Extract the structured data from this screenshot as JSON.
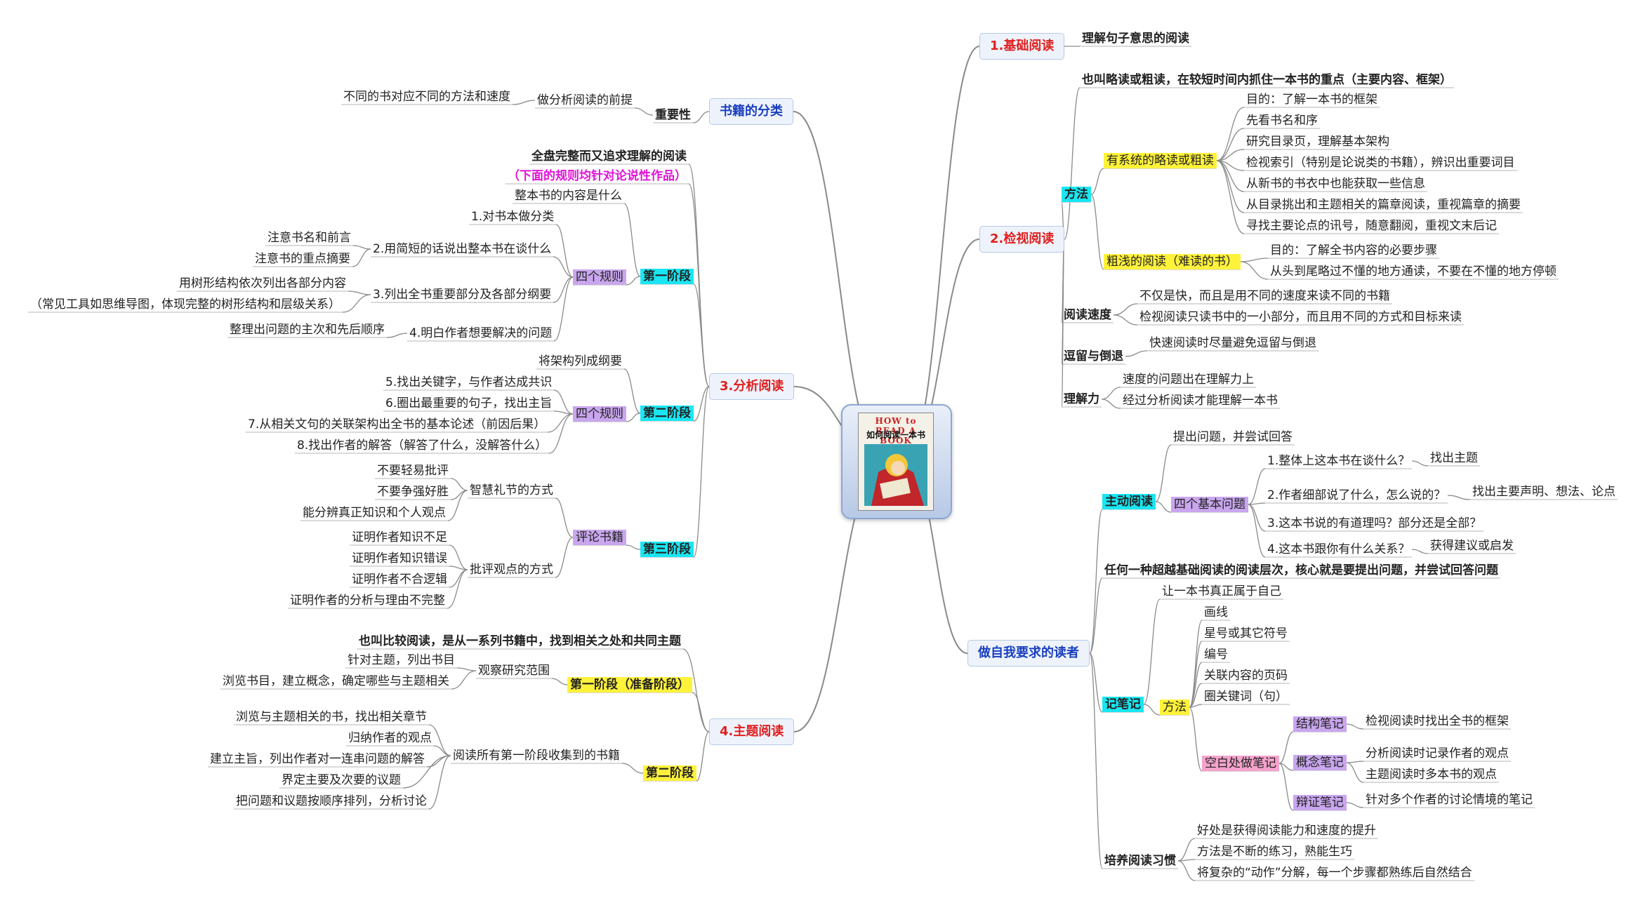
{
  "center": {
    "book_title_en": "HOW to READ A BOOK",
    "book_title_cn": "如何阅读一本书"
  },
  "colors": {
    "line": "#8a8a8a",
    "main_red": "#e02020",
    "main_blue": "#1a3fc0",
    "hl_cyan": "#19e6f2",
    "hl_purple": "#c9a6ee",
    "hl_yellow": "#fff23a",
    "hl_pink": "#f5a3cc"
  },
  "nodes": [
    {
      "id": "r1",
      "label": "1.基础阅读",
      "parent": "root",
      "style": "main"
    },
    {
      "id": "r1a",
      "label": "理解句子意思的阅读",
      "parent": "r1",
      "style": "bold"
    },
    {
      "id": "r2",
      "label": "2.检视阅读",
      "parent": "root",
      "style": "main"
    },
    {
      "id": "r2a",
      "label": "也叫略读或粗读，在较短时间内抓住一本书的重点（主要内容、框架）",
      "parent": "r2",
      "style": "bold"
    },
    {
      "id": "r2b",
      "label": "方法",
      "parent": "r2",
      "style": "bold",
      "hl": "hl_cyan"
    },
    {
      "id": "r2b1",
      "label": "有系统的略读或粗读",
      "parent": "r2b",
      "hl": "hl_yellow"
    },
    {
      "id": "r2b1a",
      "label": "目的：了解一本书的框架",
      "parent": "r2b1"
    },
    {
      "id": "r2b1b",
      "label": "先看书名和序",
      "parent": "r2b1"
    },
    {
      "id": "r2b1c",
      "label": "研究目录页，理解基本架构",
      "parent": "r2b1"
    },
    {
      "id": "r2b1d",
      "label": "检视索引（特别是论说类的书籍），辨识出重要词目",
      "parent": "r2b1"
    },
    {
      "id": "r2b1e",
      "label": "从新书的书衣中也能获取一些信息",
      "parent": "r2b1"
    },
    {
      "id": "r2b1f",
      "label": "从目录挑出和主题相关的篇章阅读，重视篇章的摘要",
      "parent": "r2b1"
    },
    {
      "id": "r2b1g",
      "label": "寻找主要论点的讯号，随意翻阅，重视文末后记",
      "parent": "r2b1"
    },
    {
      "id": "r2b2",
      "label": "粗浅的阅读（难读的书）",
      "parent": "r2b",
      "hl": "hl_yellow"
    },
    {
      "id": "r2b2a",
      "label": "目的：了解全书内容的必要步骤",
      "parent": "r2b2"
    },
    {
      "id": "r2b2b",
      "label": "从头到尾略过不懂的地方通读，不要在不懂的地方停顿",
      "parent": "r2b2"
    },
    {
      "id": "r2c",
      "label": "阅读速度",
      "parent": "r2",
      "style": "bold"
    },
    {
      "id": "r2c1",
      "label": "不仅是快，而且是用不同的速度来读不同的书籍",
      "parent": "r2c"
    },
    {
      "id": "r2c2",
      "label": "检视阅读只读书中的一小部分，而且用不同的方式和目标来读",
      "parent": "r2c"
    },
    {
      "id": "r2d",
      "label": "逗留与倒退",
      "parent": "r2",
      "style": "bold"
    },
    {
      "id": "r2d1",
      "label": "快速阅读时尽量避免逗留与倒退",
      "parent": "r2d"
    },
    {
      "id": "r2e",
      "label": "理解力",
      "parent": "r2",
      "style": "bold"
    },
    {
      "id": "r2e1",
      "label": "速度的问题出在理解力上",
      "parent": "r2e"
    },
    {
      "id": "r2e2",
      "label": "经过分析阅读才能理解一本书",
      "parent": "r2e"
    },
    {
      "id": "r3",
      "label": "做自我要求的读者",
      "parent": "root",
      "style": "main blue"
    },
    {
      "id": "r3a",
      "label": "主动阅读",
      "parent": "r3",
      "style": "bold",
      "hl": "hl_cyan"
    },
    {
      "id": "r3a1",
      "label": "提出问题，并尝试回答",
      "parent": "r3a"
    },
    {
      "id": "r3a2",
      "label": "四个基本问题",
      "parent": "r3a",
      "hl": "hl_purple"
    },
    {
      "id": "r3a2a",
      "label": "1.整体上这本书在谈什么？",
      "parent": "r3a2"
    },
    {
      "id": "r3a2a1",
      "label": "找出主题",
      "parent": "r3a2a"
    },
    {
      "id": "r3a2b",
      "label": "2.作者细部说了什么，怎么说的？",
      "parent": "r3a2"
    },
    {
      "id": "r3a2b1",
      "label": "找出主要声明、想法、论点",
      "parent": "r3a2b"
    },
    {
      "id": "r3a2c",
      "label": "3.这本书说的有道理吗？部分还是全部？",
      "parent": "r3a2"
    },
    {
      "id": "r3a2d",
      "label": "4.这本书跟你有什么关系？",
      "parent": "r3a2"
    },
    {
      "id": "r3a2d1",
      "label": "获得建议或启发",
      "parent": "r3a2d"
    },
    {
      "id": "r3b",
      "label": "任何一种超越基础阅读的阅读层次，核心就是要提出问题，并尝试回答问题",
      "parent": "r3",
      "style": "bold"
    },
    {
      "id": "r3c",
      "label": "记笔记",
      "parent": "r3",
      "style": "bold",
      "hl": "hl_cyan"
    },
    {
      "id": "r3c1",
      "label": "让一本书真正属于自己",
      "parent": "r3c"
    },
    {
      "id": "r3c2",
      "label": "方法",
      "parent": "r3c",
      "hl": "hl_yellow"
    },
    {
      "id": "r3c2a",
      "label": "画线",
      "parent": "r3c2"
    },
    {
      "id": "r3c2b",
      "label": "星号或其它符号",
      "parent": "r3c2"
    },
    {
      "id": "r3c2c",
      "label": "编号",
      "parent": "r3c2"
    },
    {
      "id": "r3c2d",
      "label": "关联内容的页码",
      "parent": "r3c2"
    },
    {
      "id": "r3c2e",
      "label": "圈关键词（句）",
      "parent": "r3c2"
    },
    {
      "id": "r3c2f",
      "label": "空白处做笔记",
      "parent": "r3c2",
      "hl": "hl_pink"
    },
    {
      "id": "r3c2f1",
      "label": "结构笔记",
      "parent": "r3c2f",
      "hl": "hl_purple"
    },
    {
      "id": "r3c2f1a",
      "label": "检视阅读时找出全书的框架",
      "parent": "r3c2f1"
    },
    {
      "id": "r3c2f2",
      "label": "概念笔记",
      "parent": "r3c2f",
      "hl": "hl_purple"
    },
    {
      "id": "r3c2f2a",
      "label": "分析阅读时记录作者的观点",
      "parent": "r3c2f2"
    },
    {
      "id": "r3c2f2b",
      "label": "主题阅读时多本书的观点",
      "parent": "r3c2f2"
    },
    {
      "id": "r3c2f3",
      "label": "辩证笔记",
      "parent": "r3c2f",
      "hl": "hl_purple"
    },
    {
      "id": "r3c2f3a",
      "label": "针对多个作者的讨论情境的笔记",
      "parent": "r3c2f3"
    },
    {
      "id": "r3d",
      "label": "培养阅读习惯",
      "parent": "r3",
      "style": "bold"
    },
    {
      "id": "r3d1",
      "label": "好处是获得阅读能力和速度的提升",
      "parent": "r3d"
    },
    {
      "id": "r3d2",
      "label": "方法是不断的练习，熟能生巧",
      "parent": "r3d"
    },
    {
      "id": "r3d3",
      "label": "将复杂的“动作”分解，每一个步骤都熟练后自然结合",
      "parent": "r3d"
    },
    {
      "id": "l1",
      "label": "书籍的分类",
      "parent": "root",
      "style": "main blue"
    },
    {
      "id": "l1a",
      "label": "重要性",
      "parent": "l1",
      "style": "bold"
    },
    {
      "id": "l1a1",
      "label": "做分析阅读的前提",
      "parent": "l1a"
    },
    {
      "id": "l1a1a",
      "label": "不同的书对应不同的方法和速度",
      "parent": "l1a1"
    },
    {
      "id": "l2",
      "label": "3.分析阅读",
      "parent": "root",
      "style": "main"
    },
    {
      "id": "l2a",
      "label": "全盘完整而又追求理解的阅读",
      "parent": "l2",
      "style": "bold"
    },
    {
      "id": "l2b",
      "label": "（下面的规则均针对论说性作品）",
      "parent": "l2",
      "style": "bold magenta"
    },
    {
      "id": "l2c",
      "label": "第一阶段",
      "parent": "l2",
      "style": "bold",
      "hl": "hl_cyan"
    },
    {
      "id": "l2c0",
      "label": "整本书的内容是什么",
      "parent": "l2c"
    },
    {
      "id": "l2c1",
      "label": "四个规则",
      "parent": "l2c",
      "hl": "hl_purple"
    },
    {
      "id": "l2c1a",
      "label": "1.对书本做分类",
      "parent": "l2c1"
    },
    {
      "id": "l2c1b",
      "label": "2.用简短的话说出整本书在谈什么",
      "parent": "l2c1"
    },
    {
      "id": "l2c1b1",
      "label": "注意书名和前言",
      "parent": "l2c1b"
    },
    {
      "id": "l2c1b2",
      "label": "注意书的重点摘要",
      "parent": "l2c1b"
    },
    {
      "id": "l2c1c",
      "label": "3.列出全书重要部分及各部分纲要",
      "parent": "l2c1"
    },
    {
      "id": "l2c1c1",
      "label": "用树形结构依次列出各部分内容",
      "parent": "l2c1c"
    },
    {
      "id": "l2c1c2",
      "label": "（常见工具如思维导图，体现完整的树形结构和层级关系）",
      "parent": "l2c1c"
    },
    {
      "id": "l2c1d",
      "label": "4.明白作者想要解决的问题",
      "parent": "l2c1"
    },
    {
      "id": "l2c1d1",
      "label": "整理出问题的主次和先后顺序",
      "parent": "l2c1d"
    },
    {
      "id": "l2d",
      "label": "第二阶段",
      "parent": "l2",
      "style": "bold",
      "hl": "hl_cyan"
    },
    {
      "id": "l2d0",
      "label": "将架构列成纲要",
      "parent": "l2d"
    },
    {
      "id": "l2d1",
      "label": "四个规则",
      "parent": "l2d",
      "hl": "hl_purple"
    },
    {
      "id": "l2d1a",
      "label": "5.找出关键字，与作者达成共识",
      "parent": "l2d1"
    },
    {
      "id": "l2d1b",
      "label": "6.圈出最重要的句子，找出主旨",
      "parent": "l2d1"
    },
    {
      "id": "l2d1c",
      "label": "7.从相关文句的关联架构出全书的基本论述（前因后果）",
      "parent": "l2d1"
    },
    {
      "id": "l2d1d",
      "label": "8.找出作者的解答（解答了什么，没解答什么）",
      "parent": "l2d1"
    },
    {
      "id": "l2e",
      "label": "第三阶段",
      "parent": "l2",
      "style": "bold",
      "hl": "hl_cyan"
    },
    {
      "id": "l2e1",
      "label": "评论书籍",
      "parent": "l2e",
      "hl": "hl_purple"
    },
    {
      "id": "l2e1a",
      "label": "智慧礼节的方式",
      "parent": "l2e1"
    },
    {
      "id": "l2e1a1",
      "label": "不要轻易批评",
      "parent": "l2e1a"
    },
    {
      "id": "l2e1a2",
      "label": "不要争强好胜",
      "parent": "l2e1a"
    },
    {
      "id": "l2e1a3",
      "label": "能分辨真正知识和个人观点",
      "parent": "l2e1a"
    },
    {
      "id": "l2e1b",
      "label": "批评观点的方式",
      "parent": "l2e1"
    },
    {
      "id": "l2e1b1",
      "label": "证明作者知识不足",
      "parent": "l2e1b"
    },
    {
      "id": "l2e1b2",
      "label": "证明作者知识错误",
      "parent": "l2e1b"
    },
    {
      "id": "l2e1b3",
      "label": "证明作者不合逻辑",
      "parent": "l2e1b"
    },
    {
      "id": "l2e1b4",
      "label": "证明作者的分析与理由不完整",
      "parent": "l2e1b"
    },
    {
      "id": "l3",
      "label": "4.主题阅读",
      "parent": "root",
      "style": "main"
    },
    {
      "id": "l3a",
      "label": "也叫比较阅读，是从一系列书籍中，找到相关之处和共同主题",
      "parent": "l3",
      "style": "bold"
    },
    {
      "id": "l3b",
      "label": "第一阶段（准备阶段）",
      "parent": "l3",
      "style": "bold",
      "hl": "hl_yellow"
    },
    {
      "id": "l3b1",
      "label": "观察研究范围",
      "parent": "l3b"
    },
    {
      "id": "l3b1a",
      "label": "针对主题，列出书目",
      "parent": "l3b1"
    },
    {
      "id": "l3b1b",
      "label": "浏览书目，建立概念，确定哪些与主题相关",
      "parent": "l3b1"
    },
    {
      "id": "l3c",
      "label": "第二阶段",
      "parent": "l3",
      "style": "bold",
      "hl": "hl_yellow"
    },
    {
      "id": "l3c1",
      "label": "阅读所有第一阶段收集到的书籍",
      "parent": "l3c"
    },
    {
      "id": "l3c1a",
      "label": "浏览与主题相关的书，找出相关章节",
      "parent": "l3c1"
    },
    {
      "id": "l3c1b",
      "label": "归纳作者的观点",
      "parent": "l3c1"
    },
    {
      "id": "l3c1c",
      "label": "建立主旨，列出作者对一连串问题的解答",
      "parent": "l3c1"
    },
    {
      "id": "l3c1d",
      "label": "界定主要及次要的议题",
      "parent": "l3c1"
    },
    {
      "id": "l3c1e",
      "label": "把问题和议题按顺序排列，分析讨论",
      "parent": "l3c1"
    }
  ]
}
